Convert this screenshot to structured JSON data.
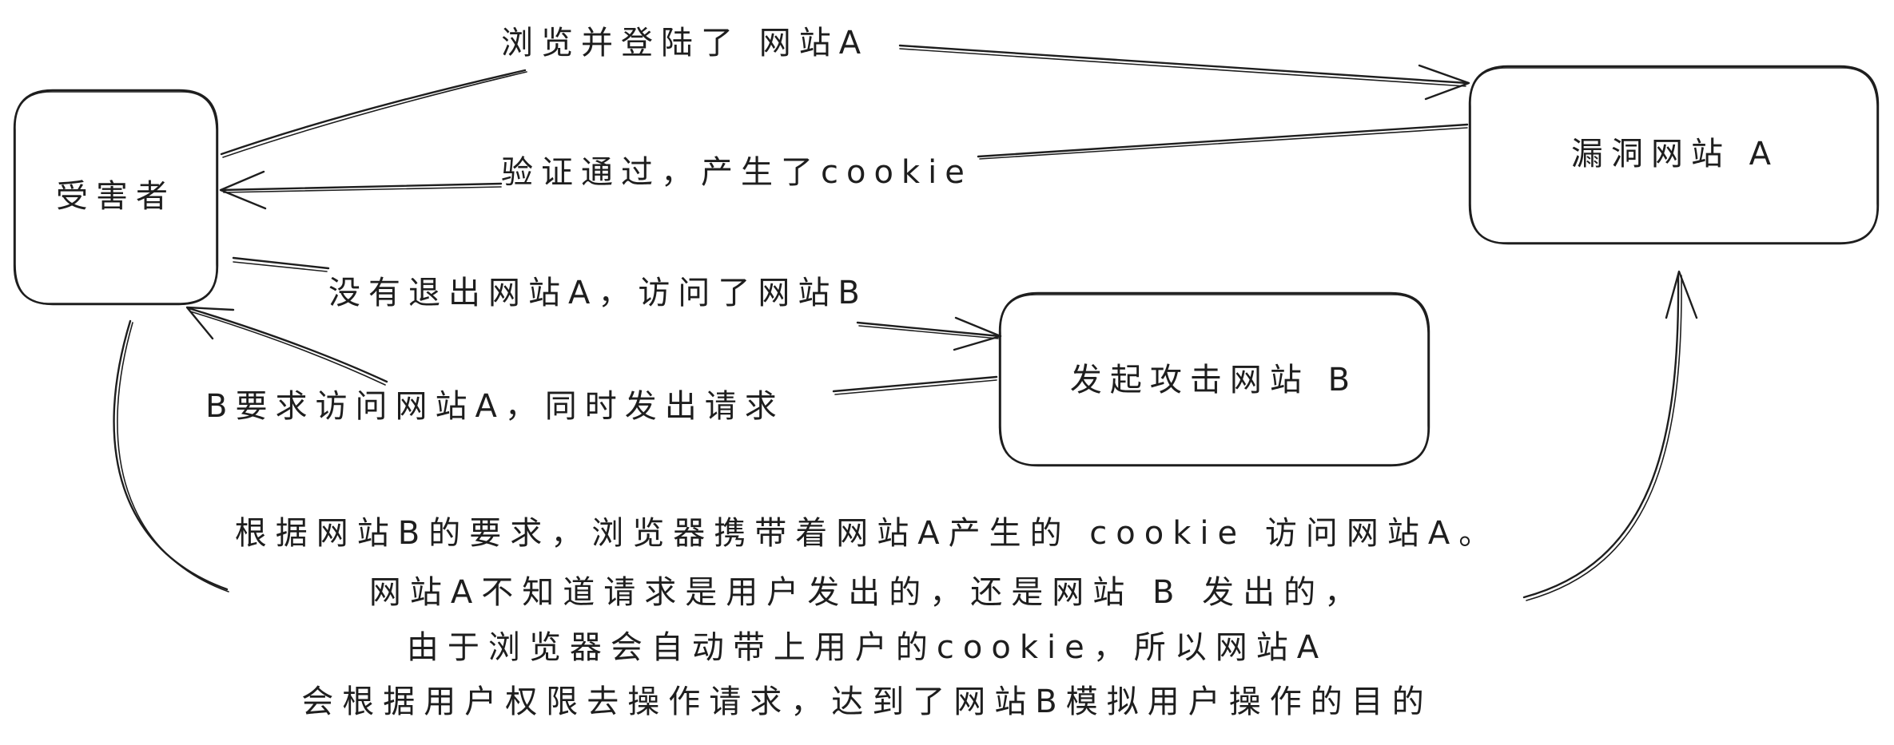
{
  "nodes": {
    "victim": {
      "label": "受害者"
    },
    "site_a": {
      "label": "漏洞网站 A"
    },
    "site_b": {
      "label": "发起攻击网站 B"
    }
  },
  "edges": [
    {
      "label": "浏览并登陆了 网站A"
    },
    {
      "label": "验证通过，产生了cookie"
    },
    {
      "label": "没有退出网站A，访问了网站B"
    },
    {
      "label": "B要求访问网站A，同时发出请求"
    }
  ],
  "note": {
    "lines": [
      "根据网站B的要求，浏览器携带着网站A产生的 cookie 访问网站A。",
      "网站A不知道请求是用户发出的，还是网站 B 发出的，",
      "由于浏览器会自动带上用户的cookie，所以网站A",
      "会根据用户权限去操作请求，达到了网站B模拟用户操作的目的"
    ]
  },
  "colors": {
    "stroke": "#1e1e1e",
    "background": "#ffffff"
  }
}
